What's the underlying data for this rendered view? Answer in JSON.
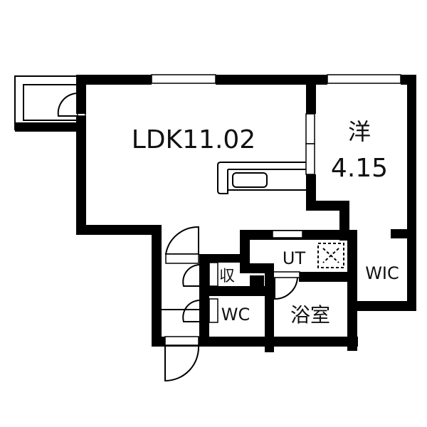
{
  "plan": {
    "rooms": {
      "ldk": {
        "label": "LDK11.02"
      },
      "western": {
        "label_kanji": "洋",
        "area": "4.15"
      },
      "ut": {
        "label": "UT"
      },
      "wic": {
        "label": "WIC"
      },
      "storage": {
        "label": "収"
      },
      "wc": {
        "label": "WC"
      },
      "bath": {
        "label": "浴室"
      }
    },
    "colors": {
      "wall": "#000000",
      "background": "#ffffff"
    }
  }
}
